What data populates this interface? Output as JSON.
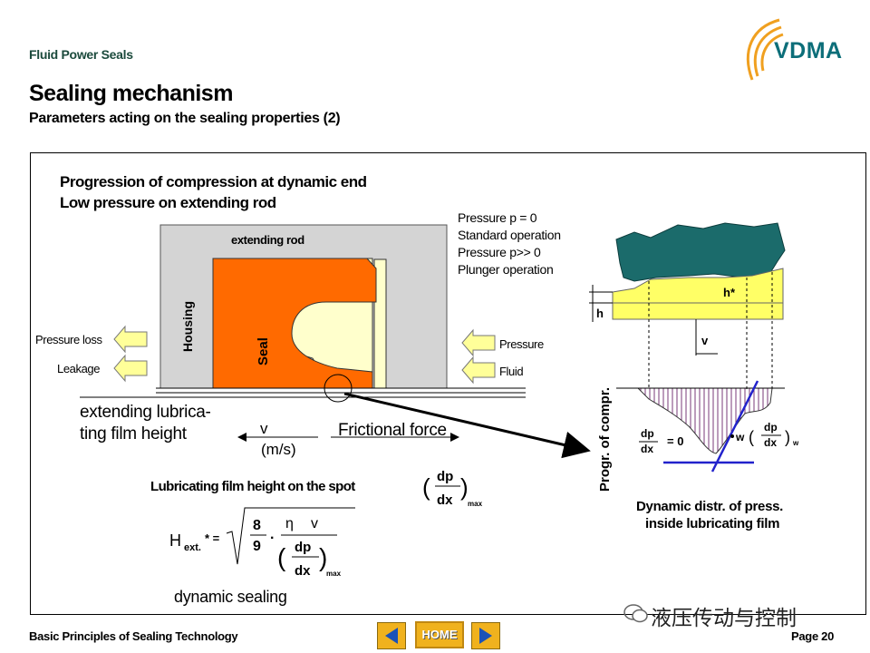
{
  "header": {
    "section": "Fluid Power Seals",
    "title": "Sealing mechanism",
    "subtitle": "Parameters acting on the sealing properties (2)",
    "logo_text": "VDMA"
  },
  "diagram": {
    "heading_line1": "Progression of compression at dynamic end",
    "heading_line2": "Low pressure on extending rod",
    "extending_rod": "extending rod",
    "housing": "Housing",
    "seal": "Seal",
    "pressure_loss": "Pressure loss",
    "leakage": "Leakage",
    "pressure": "Pressure",
    "fluid": "Fluid",
    "film_label_1": "extending lubrica-",
    "film_label_2": "ting film height",
    "v": "v",
    "v_unit": "(m/s)",
    "frictional_force": "Frictional force",
    "pressure_notes": [
      "Pressure p = 0",
      " Standard operation",
      "Pressure p>> 0",
      " Plunger operation"
    ],
    "h_star": "h*",
    "h": "h",
    "v_right": "v",
    "progr_axis": "Progr. of compr.",
    "dp": "dp",
    "dx": "dx",
    "eq_zero": "= 0",
    "w": "w",
    "w_sub": "w",
    "dyn_distr_1": "Dynamic distr. of press.",
    "dyn_distr_2": "inside lubricating film",
    "film_spot_label": "Lubricating film height on the spot",
    "max": "max",
    "H": "H",
    "ext_sub": "ext.",
    "star_eq": "* =",
    "eight": "8",
    "nine": "9",
    "dot": "·",
    "eta": "η",
    "dynamic_sealing": "dynamic sealing"
  },
  "footer": {
    "left": "Basic Principles  of  Sealing Technology",
    "home": "HOME",
    "page": "Page 20",
    "watermark": "液压传动与控制"
  },
  "colors": {
    "seal_orange": "#ff6a00",
    "housing_grey": "#d4d4d4",
    "yellow": "#ffff66",
    "teal": "#1b6b6b",
    "blue": "#2222cc",
    "nav_gold": "#f0b21e"
  },
  "icons": [
    "vdma-logo-icon",
    "prev-arrow-icon",
    "next-arrow-icon",
    "wechat-icon"
  ]
}
